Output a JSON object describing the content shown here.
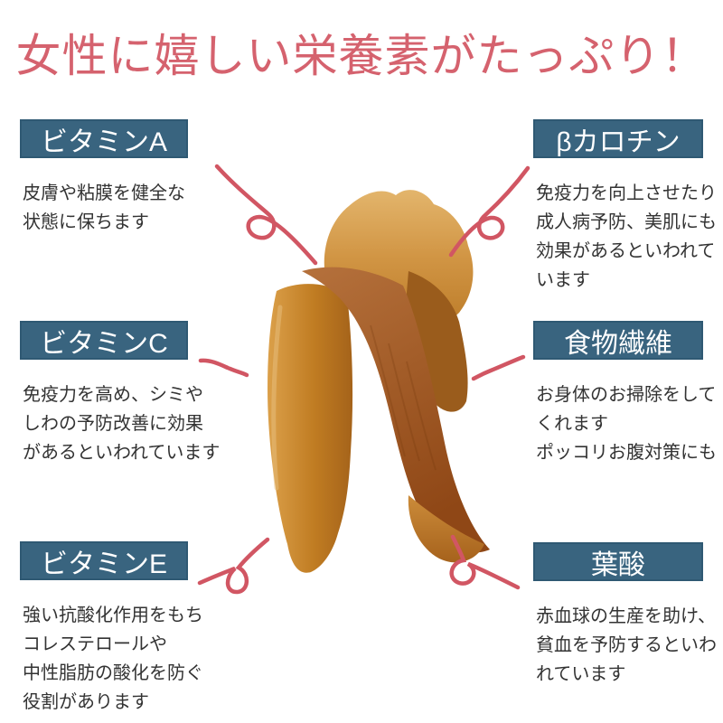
{
  "title": {
    "text": "女性に嬉しい栄養素がたっぷり！"
  },
  "colors": {
    "title": "#d5626e",
    "label_box_bg": "#39647f",
    "label_box_border": "#2f5973",
    "label_text": "#ffffff",
    "body_text": "#333333",
    "arrow": "#d15663",
    "background": "#ffffff"
  },
  "icons": {
    "center_image": "dried-sweet-potato-strips-photo",
    "arrow_style": "hand-drawn-looped-stroke"
  },
  "nutrients": [
    {
      "id": "vitamin-a",
      "side": "left",
      "label": "ビタミンA",
      "description": "皮膚や粘膜を健全な\n状態に保ちます"
    },
    {
      "id": "beta-carotene",
      "side": "right",
      "label": "βカロチン",
      "description": "免疫力を向上させたり\n成人病予防、美肌にも\n効果があるといわれて\nいます"
    },
    {
      "id": "vitamin-c",
      "side": "left",
      "label": "ビタミンC",
      "description": "免疫力を高め、シミや\nしわの予防改善に効果\nがあるといわれています"
    },
    {
      "id": "dietary-fiber",
      "side": "right",
      "label": "食物繊維",
      "description": "お身体のお掃除をして\nくれます\nポッコリお腹対策にも"
    },
    {
      "id": "vitamin-e",
      "side": "left",
      "label": "ビタミンE",
      "description": "強い抗酸化作用をもち\nコレステロールや\n中性脂肪の酸化を防ぐ\n役割があります"
    },
    {
      "id": "folic-acid",
      "side": "right",
      "label": "葉酸",
      "description": "赤血球の生産を助け、\n貧血を予防するといわ\nれています"
    }
  ]
}
